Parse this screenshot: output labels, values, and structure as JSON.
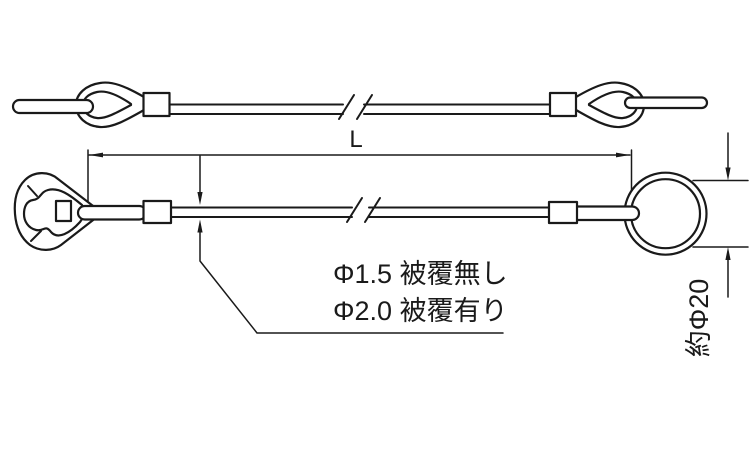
{
  "diagram": {
    "background": "#ffffff",
    "line_color": "#1a1a1a",
    "length_dimension": {
      "label": "L"
    },
    "cable_spec_note": {
      "line1": "Φ1.5 被覆無し",
      "line2": "Φ2.0 被覆有り"
    },
    "ring_dimension": {
      "label": "約Φ20"
    },
    "parts": [
      "rod-end",
      "eye-loop",
      "ferrule-sleeve",
      "wire-cable",
      "break-symbol",
      "clip-hook",
      "ring"
    ]
  }
}
